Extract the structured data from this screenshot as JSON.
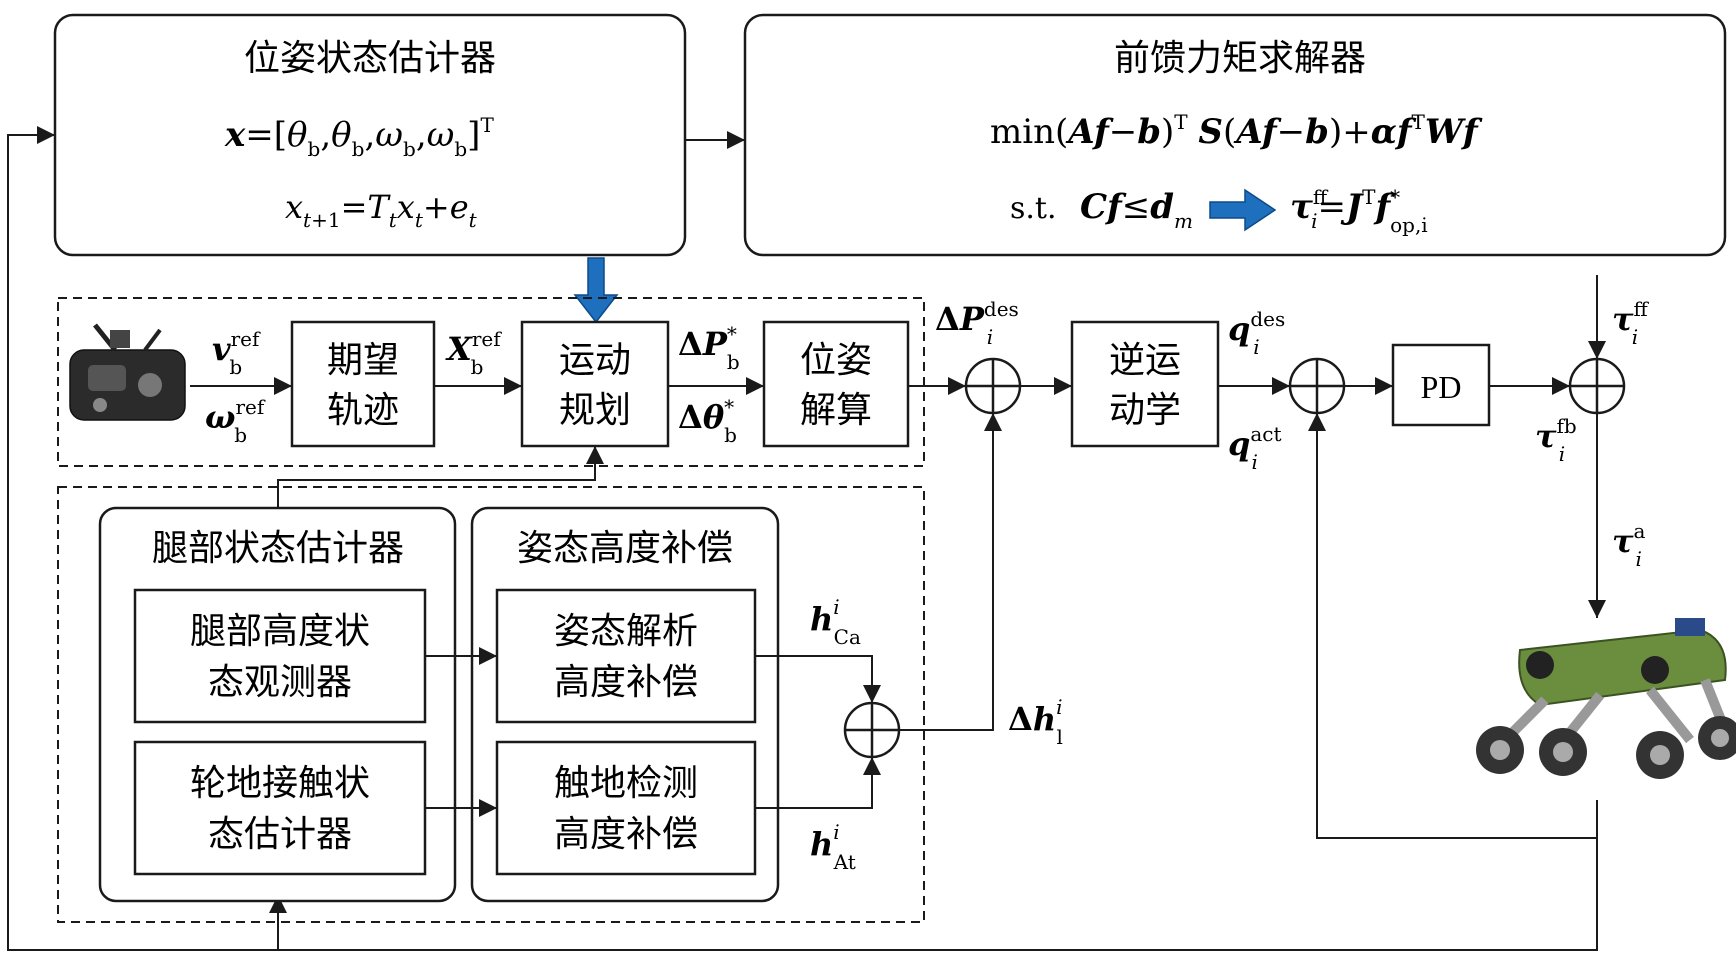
{
  "estimator": {
    "title": "位姿状态估计器",
    "state_eq": "x=[θb, θb, ωb, ωb]T",
    "transition_eq": "xt+1 = Tt xt + et"
  },
  "ff_solver": {
    "title": "前馈力矩求解器",
    "objective": "min(Af−b)T S(Af−b)+αfTWf",
    "constraint_prefix": "s.t.",
    "constraint": "Cf≤dm",
    "result": "τiff = JT f*op,i"
  },
  "blocks": {
    "desired_traj": [
      "期望",
      "轨迹"
    ],
    "motion_plan": [
      "运动",
      "规划"
    ],
    "pose_solve": [
      "位姿",
      "解算"
    ],
    "inverse_kin": [
      "逆运",
      "动学"
    ],
    "pd": "PD",
    "leg_state_group": "腿部状态估计器",
    "leg_height_obs": [
      "腿部高度状",
      "态观测器"
    ],
    "wheel_contact": [
      "轮地接触状",
      "态估计器"
    ],
    "posture_comp_group": "姿态高度补偿",
    "posture_analysis": [
      "姿态解析",
      "高度补偿"
    ],
    "touch_detect": [
      "触地检测",
      "高度补偿"
    ]
  },
  "signals": {
    "v_ref": "v ref b",
    "w_ref": "ω ref b",
    "x_ref": "X ref b",
    "dP_star": "ΔP*b",
    "dtheta_star": "Δθ*b",
    "dP_des": "ΔP des i",
    "q_des": "q des i",
    "q_act": "q act i",
    "tau_ff": "τ ff i",
    "tau_fb": "τ fb i",
    "tau_a": "τ a i",
    "h_ca": "h i Ca",
    "h_at": "h i At",
    "dh_l": "Δh i l"
  },
  "colors": {
    "stroke": "#1a1a1a",
    "arrow_blue": "#1f6fbf",
    "robot_body": "#6a8d3e"
  },
  "icons": [
    "remote-controller-icon",
    "wheel-legged-robot-icon"
  ]
}
